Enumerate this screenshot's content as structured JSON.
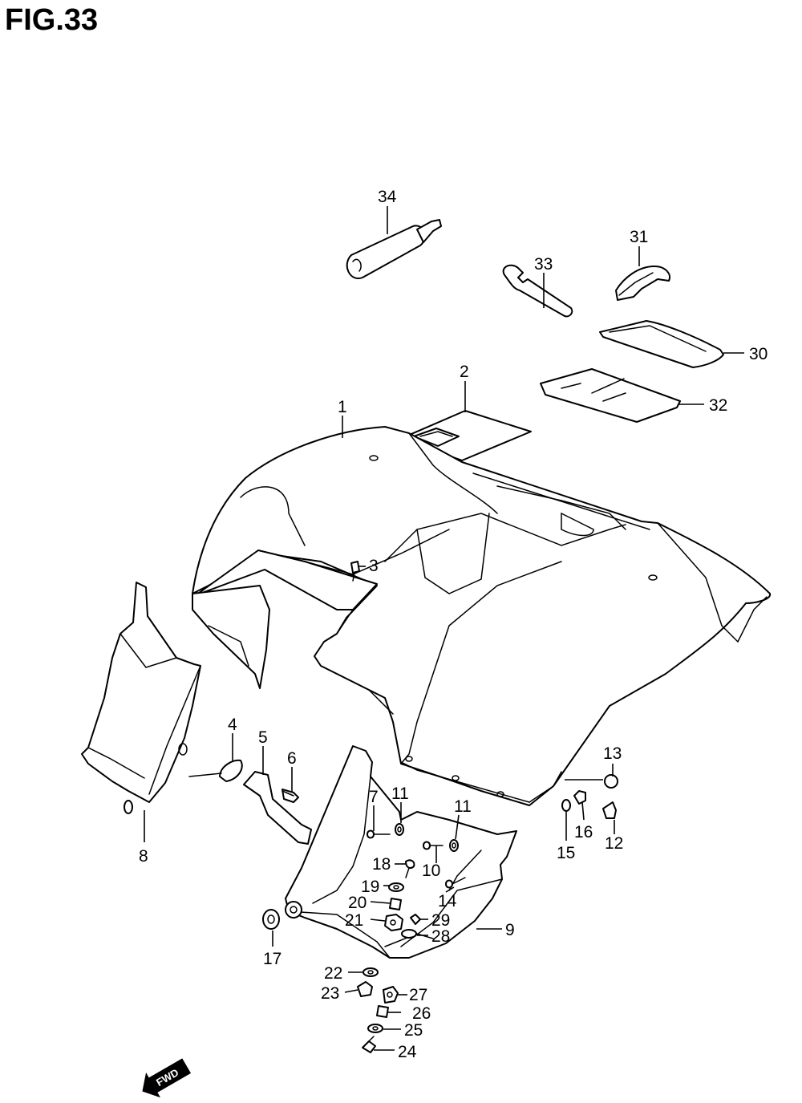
{
  "figure": {
    "title": "FIG.33"
  },
  "callouts": {
    "p1": "1",
    "p2": "2",
    "p3": "3",
    "p4": "4",
    "p5": "5",
    "p6": "6",
    "p7": "7",
    "p8": "8",
    "p9": "9",
    "p10": "10",
    "p11a": "11",
    "p11b": "11",
    "p12": "12",
    "p13": "13",
    "p14": "14",
    "p15": "15",
    "p16": "16",
    "p17": "17",
    "p18": "18",
    "p19": "19",
    "p20": "20",
    "p21": "21",
    "p22": "22",
    "p23": "23",
    "p24": "24",
    "p25": "25",
    "p26": "26",
    "p27": "27",
    "p28": "28",
    "p29": "29",
    "p30": "30",
    "p31": "31",
    "p32": "32",
    "p33": "33",
    "p34": "34"
  },
  "direction_arrow": {
    "label": "FWD"
  },
  "icons": [
    "fwd-arrow-icon"
  ]
}
